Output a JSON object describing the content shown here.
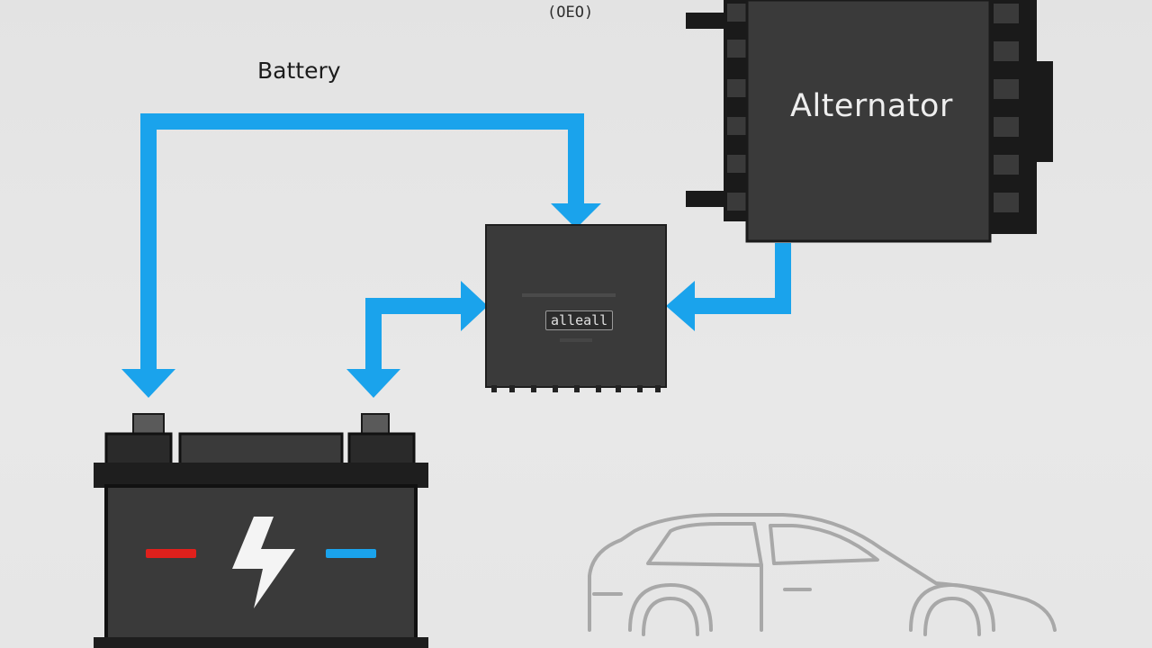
{
  "labels": {
    "battery": "Battery",
    "alternator": "Alternator",
    "top_code": "(OEO)",
    "module_code": "alleall"
  },
  "colors": {
    "background": "#e6e6e6",
    "wire": "#1aa3ec",
    "component_dark": "#3a3a3a",
    "component_outline": "#171717",
    "positive_mark": "#e0201c",
    "negative_mark": "#1aa3ec",
    "car_outline": "#a8a8a8"
  },
  "icons": {
    "bolt": "lightning-bolt-icon",
    "car": "car-outline-icon"
  }
}
